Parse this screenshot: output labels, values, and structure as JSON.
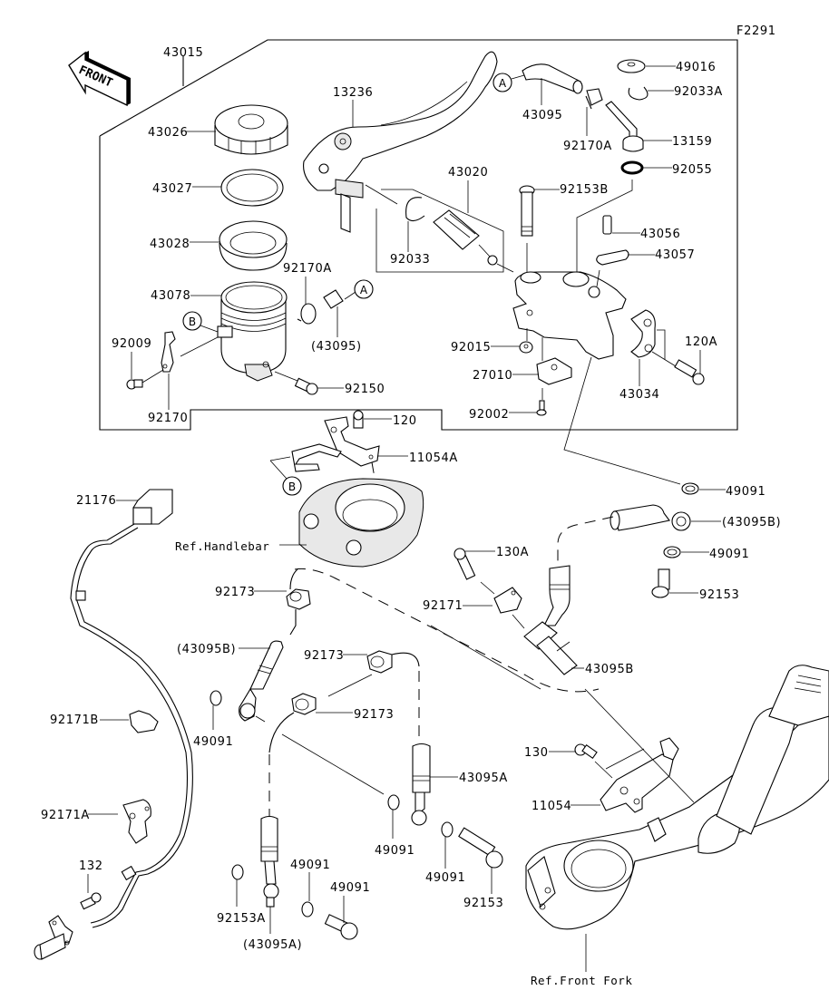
{
  "figure_id": "F2291",
  "front_indicator": {
    "label": "FRONT",
    "icon": "front-arrow-icon"
  },
  "assembly_label": "43015",
  "callouts": [
    {
      "id": "43015",
      "text": "43015"
    },
    {
      "id": "13236",
      "text": "13236"
    },
    {
      "id": "43026",
      "text": "43026"
    },
    {
      "id": "43027",
      "text": "43027"
    },
    {
      "id": "43028",
      "text": "43028"
    },
    {
      "id": "43078",
      "text": "43078"
    },
    {
      "id": "92170A-a",
      "text": "92170A"
    },
    {
      "id": "43095-paren",
      "text": "(43095)"
    },
    {
      "id": "92009",
      "text": "92009"
    },
    {
      "id": "92170",
      "text": "92170"
    },
    {
      "id": "92150",
      "text": "92150"
    },
    {
      "id": "43095",
      "text": "43095"
    },
    {
      "id": "92170A-b",
      "text": "92170A"
    },
    {
      "id": "49016",
      "text": "49016"
    },
    {
      "id": "92033A",
      "text": "92033A"
    },
    {
      "id": "13159",
      "text": "13159"
    },
    {
      "id": "92055",
      "text": "92055"
    },
    {
      "id": "43020",
      "text": "43020"
    },
    {
      "id": "92033",
      "text": "92033"
    },
    {
      "id": "92153B",
      "text": "92153B"
    },
    {
      "id": "43056",
      "text": "43056"
    },
    {
      "id": "43057",
      "text": "43057"
    },
    {
      "id": "92015",
      "text": "92015"
    },
    {
      "id": "27010",
      "text": "27010"
    },
    {
      "id": "92002",
      "text": "92002"
    },
    {
      "id": "43034",
      "text": "43034"
    },
    {
      "id": "120A",
      "text": "120A"
    },
    {
      "id": "120",
      "text": "120"
    },
    {
      "id": "11054A",
      "text": "11054A"
    },
    {
      "id": "21176",
      "text": "21176"
    },
    {
      "id": "49091-a",
      "text": "49091"
    },
    {
      "id": "43095B-paren-a",
      "text": "(43095B)"
    },
    {
      "id": "49091-b",
      "text": "49091"
    },
    {
      "id": "92153-a",
      "text": "92153"
    },
    {
      "id": "130A",
      "text": "130A"
    },
    {
      "id": "92171",
      "text": "92171"
    },
    {
      "id": "43095B",
      "text": "43095B"
    },
    {
      "id": "92173-a",
      "text": "92173"
    },
    {
      "id": "43095B-paren-b",
      "text": "(43095B)"
    },
    {
      "id": "92173-b",
      "text": "92173"
    },
    {
      "id": "92173-c",
      "text": "92173"
    },
    {
      "id": "92171B",
      "text": "92171B"
    },
    {
      "id": "49091-c",
      "text": "49091"
    },
    {
      "id": "43095A",
      "text": "43095A"
    },
    {
      "id": "130",
      "text": "130"
    },
    {
      "id": "11054",
      "text": "11054"
    },
    {
      "id": "92171A",
      "text": "92171A"
    },
    {
      "id": "49091-d",
      "text": "49091"
    },
    {
      "id": "49091-e",
      "text": "49091"
    },
    {
      "id": "132",
      "text": "132"
    },
    {
      "id": "49091-f",
      "text": "49091"
    },
    {
      "id": "92153-b",
      "text": "92153"
    },
    {
      "id": "92153A",
      "text": "92153A"
    },
    {
      "id": "49091-g",
      "text": "49091"
    },
    {
      "id": "43095A-paren",
      "text": "(43095A)"
    }
  ],
  "references": [
    {
      "id": "ref-handlebar",
      "text": "Ref.Handlebar"
    },
    {
      "id": "ref-front-fork",
      "text": "Ref.Front Fork"
    }
  ],
  "connection_markers": [
    {
      "id": "A-1",
      "text": "A"
    },
    {
      "id": "A-2",
      "text": "A"
    },
    {
      "id": "B-1",
      "text": "B"
    },
    {
      "id": "B-2",
      "text": "B"
    }
  ]
}
